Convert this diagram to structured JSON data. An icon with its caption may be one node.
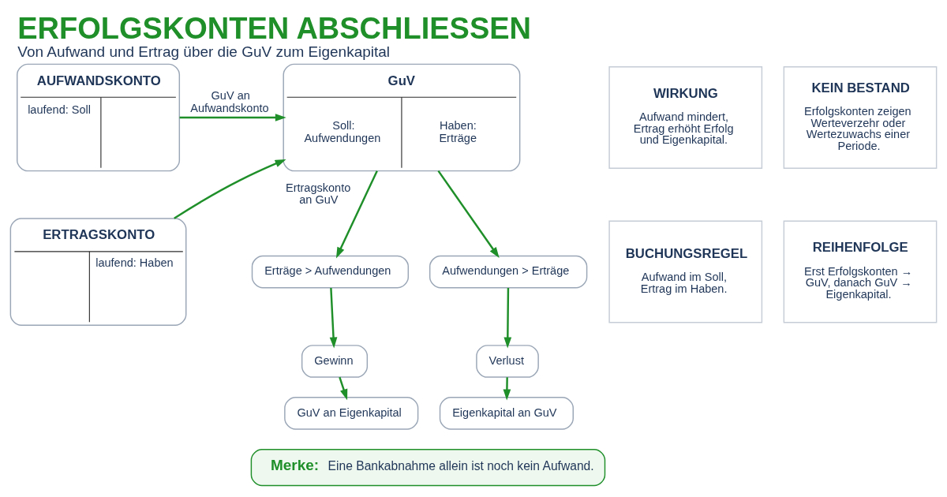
{
  "diagram": {
    "title": "ERFOLGSKONTEN ABSCHLIESSEN",
    "caption": "Von Aufwand und Ertrag über die GuV zum Eigenkapital",
    "nodes": [
      {
        "text": [
          "AUFWANDSKONTO",
          "laufend: Soll"
        ]
      },
      {
        "text": [
          "ERTRAGSKONTO",
          "laufend: Haben"
        ]
      },
      {
        "text": [
          "GuV",
          "Soll: Aufwendungen",
          "Haben: Erträge"
        ]
      },
      {
        "text": [
          "Erträge > Aufwendungen"
        ]
      },
      {
        "text": [
          "Aufwendungen > Erträge"
        ]
      },
      {
        "text": [
          "Gewinn"
        ]
      },
      {
        "text": [
          "Verlust"
        ]
      },
      {
        "text": [
          "GuV an Eigenkapital"
        ]
      },
      {
        "text": [
          "Eigenkapital an GuV"
        ]
      },
      {
        "text": [
          "WIRKUNG",
          "Aufwand mindert, Ertrag erhöht Erfolg und Eigenkapital."
        ]
      },
      {
        "text": [
          "KEIN BESTAND",
          "Erfolgskonten zeigen Werteverzehr oder Wertezuwachs einer Periode."
        ]
      },
      {
        "text": [
          "BUCHUNGSREGEL",
          "Aufwand im Soll, Ertrag im Haben."
        ]
      },
      {
        "text": [
          "REIHENFOLGE",
          "Erst Erfolgskonten → GuV, danach GuV → Eigenkapital."
        ]
      },
      {
        "text": [
          "Merke:",
          "Eine Bankabnahme allein ist noch kein Aufwand."
        ]
      }
    ],
    "edges": [
      {
        "from": 0,
        "to": 2,
        "arrow": "to",
        "label": "GuV an Aufwandskonto"
      },
      {
        "from": 1,
        "to": 2,
        "arrow": "to",
        "label": "Ertragskonto an GuV"
      },
      {
        "from": 2,
        "to": 3,
        "arrow": "to"
      },
      {
        "from": 2,
        "to": 4,
        "arrow": "to"
      },
      {
        "from": 3,
        "to": 5,
        "arrow": "to"
      },
      {
        "from": 5,
        "to": 7,
        "arrow": "to"
      },
      {
        "from": 4,
        "to": 6,
        "arrow": "to"
      },
      {
        "from": 6,
        "to": 8,
        "arrow": "to"
      }
    ]
  }
}
